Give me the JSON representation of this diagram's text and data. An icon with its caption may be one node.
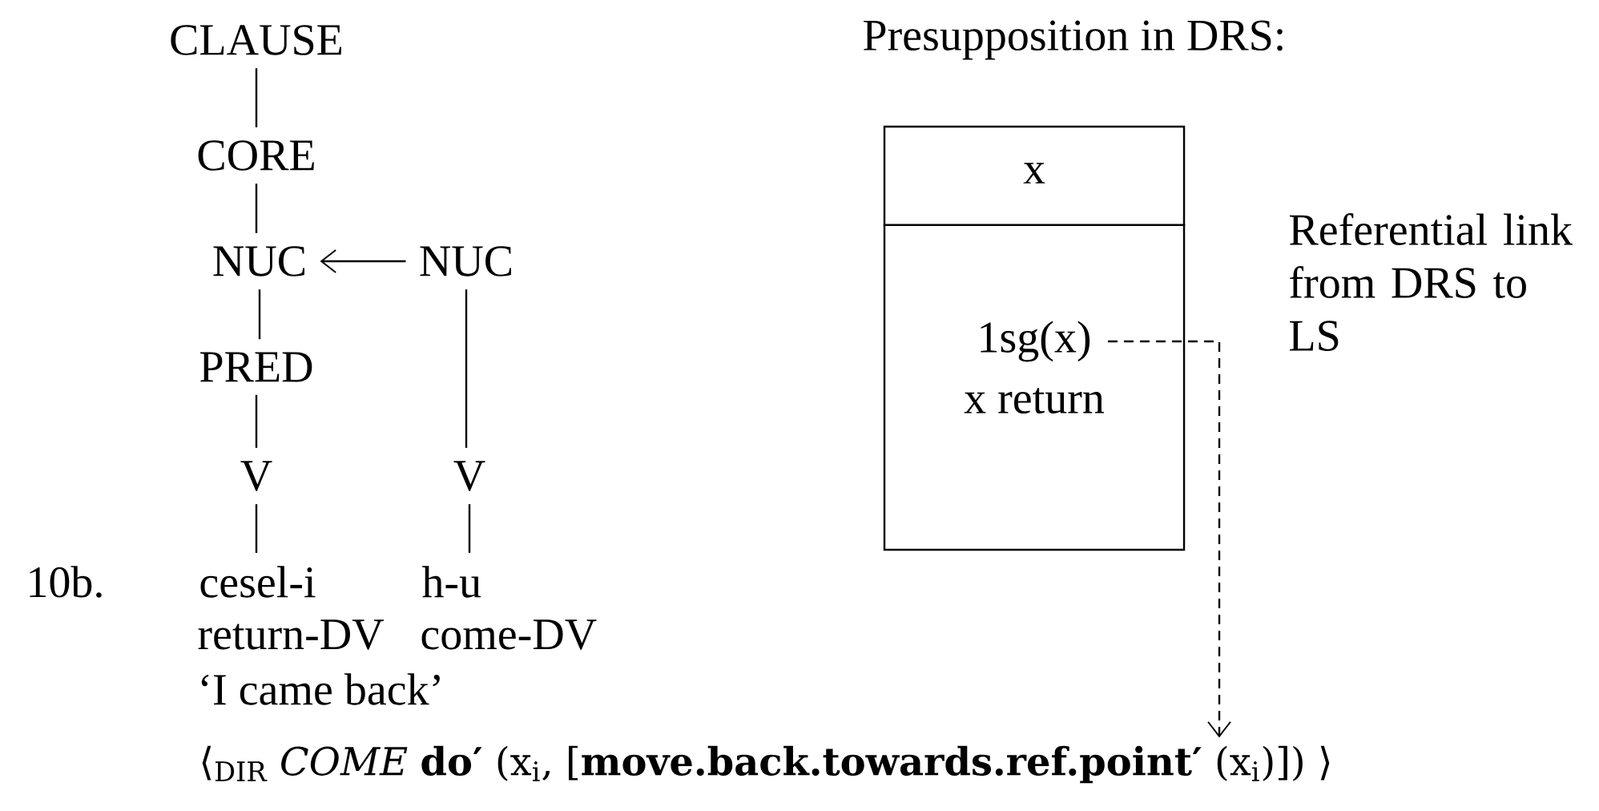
{
  "diagram": {
    "nodes": [
      {
        "text": [
          "CLAUSE"
        ]
      },
      {
        "text": [
          "CORE"
        ]
      },
      {
        "text": [
          "NUC"
        ]
      },
      {
        "text": [
          "NUC"
        ]
      },
      {
        "text": [
          "PRED"
        ]
      },
      {
        "text": [
          "V"
        ]
      },
      {
        "text": [
          "V"
        ]
      },
      {
        "text": [
          "cesel-i"
        ]
      },
      {
        "text": [
          "h-u"
        ]
      },
      {
        "text": [],
        "shape": "box"
      },
      {
        "text": [
          "x"
        ],
        "in": 9
      },
      {
        "text": [
          "1sg(x)"
        ],
        "in": 9
      },
      {
        "text": [
          "x return"
        ],
        "in": 9
      },
      {
        "text": [
          "⟨$_{DIR}$ *COME* **do′** (x$_{i}$, [**move.back.towards.ref.point′** (x$_{i}$)]) ⟩"
        ]
      }
    ],
    "edges": [
      {
        "from": 0,
        "to": 1,
        "arrow": "none"
      },
      {
        "from": 1,
        "to": 2,
        "arrow": "none"
      },
      {
        "from": 3,
        "to": 2,
        "arrow": "to"
      },
      {
        "from": 2,
        "to": 4,
        "arrow": "none"
      },
      {
        "from": 3,
        "to": 6,
        "arrow": "none"
      },
      {
        "from": 4,
        "to": 5,
        "arrow": "none"
      },
      {
        "from": 5,
        "to": 7,
        "arrow": "none"
      },
      {
        "from": 6,
        "to": 8,
        "arrow": "none"
      },
      {
        "from": 11,
        "to": 13,
        "arrow": "to",
        "style": "dashed"
      }
    ],
    "labels": [
      "Presupposition in DRS:",
      "Referential link from DRS to LS",
      "10b.",
      "return-DV",
      "come-DV",
      "‘I came back’"
    ]
  }
}
